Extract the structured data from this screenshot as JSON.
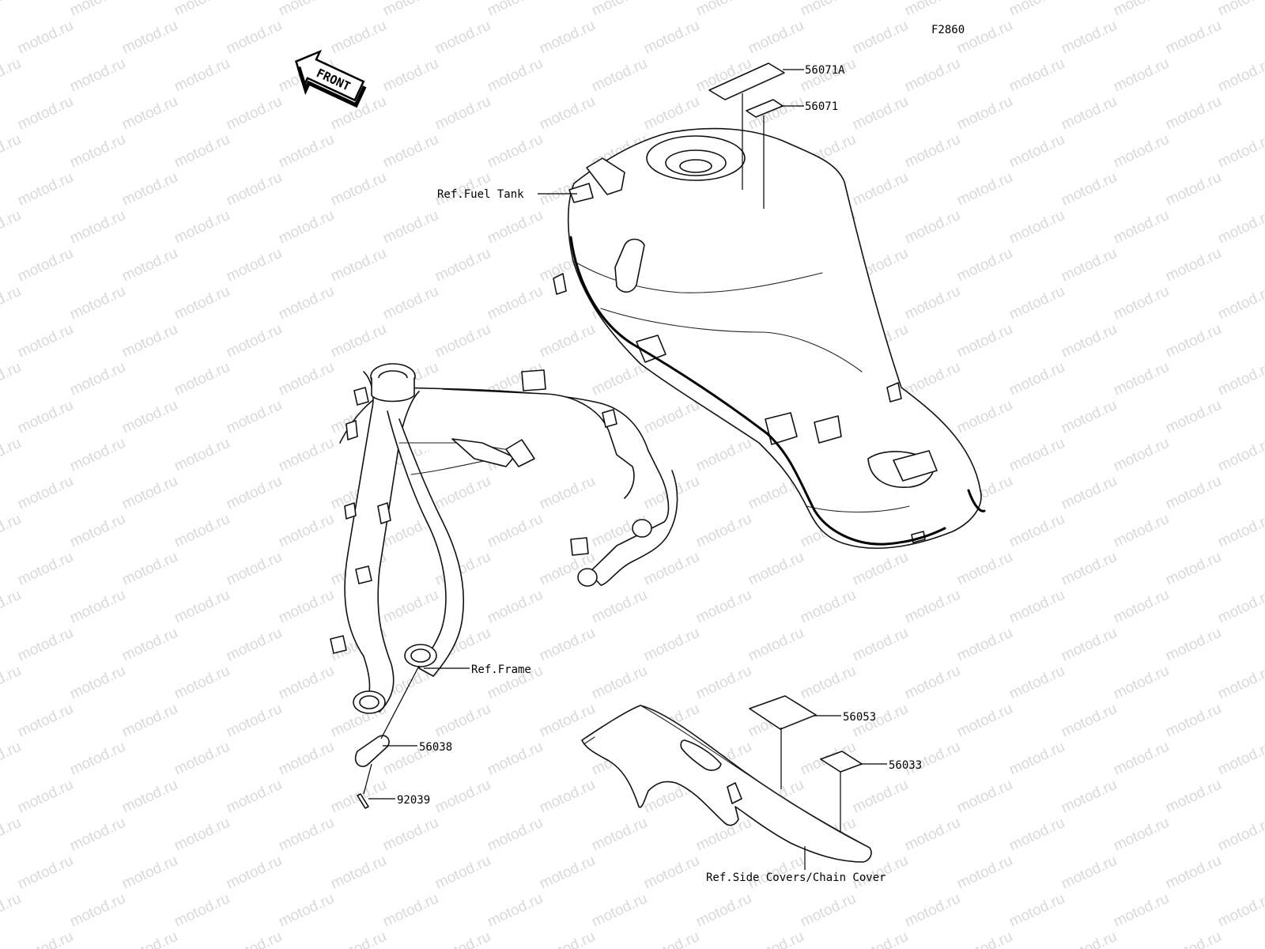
{
  "diagram_code": "F2860",
  "front_arrow": {
    "text": "FRONT",
    "icon": "front-direction-arrow-icon"
  },
  "watermark": {
    "text": "motod.ru"
  },
  "reference_labels": {
    "fuel_tank": "Ref.Fuel Tank",
    "frame": "Ref.Frame",
    "side_covers": "Ref.Side Covers/Chain Cover"
  },
  "parts": [
    {
      "number": "56071A",
      "kind": "label-sticker"
    },
    {
      "number": "56071",
      "kind": "label-sticker"
    },
    {
      "number": "56053",
      "kind": "label-sticker"
    },
    {
      "number": "56033",
      "kind": "label-sticker"
    },
    {
      "number": "56038",
      "kind": "label-plate"
    },
    {
      "number": "92039",
      "kind": "rivet"
    }
  ],
  "colors": {
    "line": "#000000",
    "background": "#ffffff",
    "watermark": "#d9d9d9"
  }
}
